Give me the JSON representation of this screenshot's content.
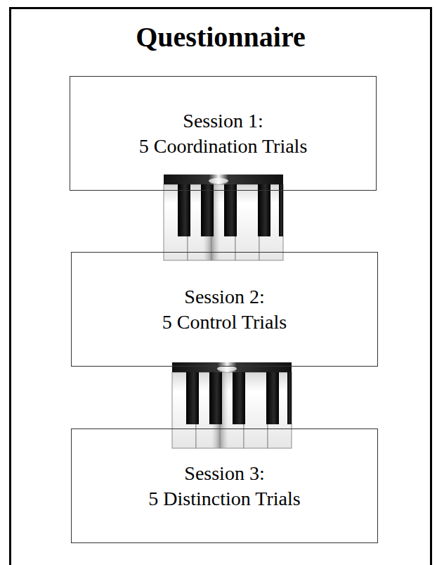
{
  "diagram": {
    "nodes": [
      {
        "text": [
          "Questionnaire"
        ]
      },
      {
        "text": [
          "Session 1:",
          "5 Coordination Trials"
        ],
        "in": 0
      },
      {
        "text": [
          "Session 2:",
          "5 Control Trials"
        ],
        "in": 0
      },
      {
        "text": [
          "Session 3:",
          "5 Distinction Trials"
        ],
        "in": 0
      }
    ]
  }
}
